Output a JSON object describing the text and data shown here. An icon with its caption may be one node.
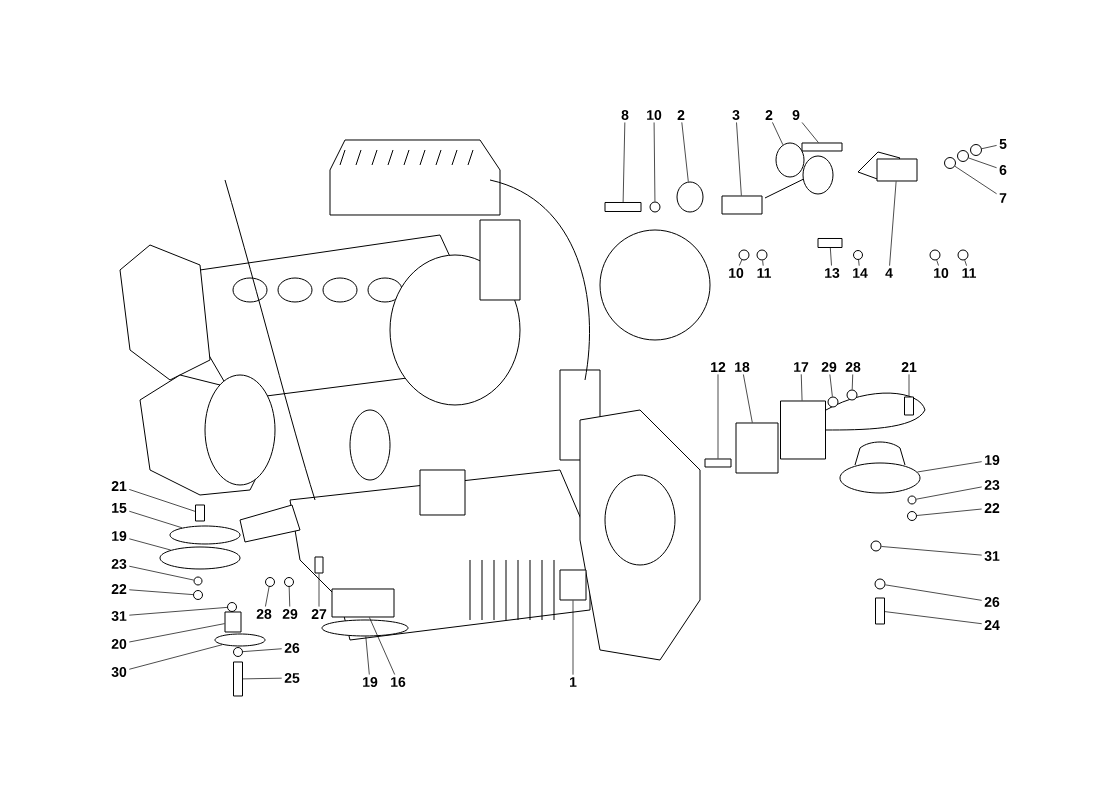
{
  "diagram": {
    "nodes": [
      {
        "text": [
          "8"
        ]
      },
      {
        "text": [
          "10"
        ]
      },
      {
        "text": [
          "2"
        ]
      },
      {
        "text": [
          "3"
        ]
      },
      {
        "text": [
          "2"
        ]
      },
      {
        "text": [
          "9"
        ]
      },
      {
        "text": [
          "5"
        ]
      },
      {
        "text": [
          "6"
        ]
      },
      {
        "text": [
          "7"
        ]
      },
      {
        "text": [
          "10"
        ]
      },
      {
        "text": [
          "11"
        ]
      },
      {
        "text": [
          "13"
        ]
      },
      {
        "text": [
          "14"
        ]
      },
      {
        "text": [
          "4"
        ]
      },
      {
        "text": [
          "10"
        ]
      },
      {
        "text": [
          "11"
        ]
      },
      {
        "text": [
          "12"
        ]
      },
      {
        "text": [
          "18"
        ]
      },
      {
        "text": [
          "17"
        ]
      },
      {
        "text": [
          "29"
        ]
      },
      {
        "text": [
          "28"
        ]
      },
      {
        "text": [
          "21"
        ]
      },
      {
        "text": [
          "19"
        ]
      },
      {
        "text": [
          "23"
        ]
      },
      {
        "text": [
          "22"
        ]
      },
      {
        "text": [
          "31"
        ]
      },
      {
        "text": [
          "26"
        ]
      },
      {
        "text": [
          "24"
        ]
      },
      {
        "text": [
          "21"
        ]
      },
      {
        "text": [
          "15"
        ]
      },
      {
        "text": [
          "19"
        ]
      },
      {
        "text": [
          "23"
        ]
      },
      {
        "text": [
          "22"
        ]
      },
      {
        "text": [
          "31"
        ]
      },
      {
        "text": [
          "20"
        ]
      },
      {
        "text": [
          "30"
        ]
      },
      {
        "text": [
          "26"
        ]
      },
      {
        "text": [
          "25"
        ]
      },
      {
        "text": [
          "28"
        ]
      },
      {
        "text": [
          "29"
        ]
      },
      {
        "text": [
          "27"
        ]
      },
      {
        "text": [
          "19"
        ]
      },
      {
        "text": [
          "16"
        ]
      },
      {
        "text": [
          "1"
        ]
      },
      {
        "text": [],
        "shape": "box"
      },
      {
        "text": [],
        "shape": "circle"
      },
      {
        "text": [],
        "shape": "ellipse"
      },
      {
        "text": [],
        "shape": "box"
      },
      {
        "text": [],
        "shape": "ellipse"
      },
      {
        "text": [],
        "shape": "box"
      },
      {
        "text": [],
        "shape": "circle"
      },
      {
        "text": [],
        "shape": "circle"
      },
      {
        "text": [],
        "shape": "circle"
      },
      {
        "text": [],
        "shape": "circle"
      },
      {
        "text": [],
        "shape": "circle"
      },
      {
        "text": [],
        "shape": "box"
      },
      {
        "text": [],
        "shape": "circle"
      },
      {
        "text": [],
        "shape": "box"
      },
      {
        "text": [],
        "shape": "circle"
      },
      {
        "text": [],
        "shape": "circle"
      },
      {
        "text": [],
        "shape": "box"
      },
      {
        "text": [],
        "shape": "box"
      },
      {
        "text": [],
        "shape": "box"
      },
      {
        "text": [],
        "shape": "circle"
      },
      {
        "text": [],
        "shape": "circle"
      },
      {
        "text": [],
        "shape": "box"
      },
      {
        "text": [],
        "shape": "ellipse"
      },
      {
        "text": [],
        "shape": "circle"
      },
      {
        "text": [],
        "shape": "circle"
      },
      {
        "text": [],
        "shape": "circle"
      },
      {
        "text": [],
        "shape": "circle"
      },
      {
        "text": [],
        "shape": "box"
      },
      {
        "text": [],
        "shape": "box"
      },
      {
        "text": [],
        "shape": "ellipse"
      },
      {
        "text": [],
        "shape": "ellipse"
      },
      {
        "text": [],
        "shape": "circle"
      },
      {
        "text": [],
        "shape": "circle"
      },
      {
        "text": [],
        "shape": "circle"
      },
      {
        "text": [],
        "shape": "box"
      },
      {
        "text": [],
        "shape": "ellipse"
      },
      {
        "text": [],
        "shape": "circle"
      },
      {
        "text": [],
        "shape": "box"
      },
      {
        "text": [],
        "shape": "circle"
      },
      {
        "text": [],
        "shape": "circle"
      },
      {
        "text": [],
        "shape": "box"
      },
      {
        "text": [],
        "shape": "ellipse"
      },
      {
        "text": [],
        "shape": "box"
      },
      {
        "text": [],
        "shape": "box"
      }
    ],
    "edges": [
      {
        "from": 0,
        "to": 44,
        "arrow": "none"
      },
      {
        "from": 1,
        "to": 45,
        "arrow": "none"
      },
      {
        "from": 2,
        "to": 46,
        "arrow": "none"
      },
      {
        "from": 3,
        "to": 47,
        "arrow": "none"
      },
      {
        "from": 4,
        "to": 48,
        "arrow": "none"
      },
      {
        "from": 5,
        "to": 49,
        "arrow": "none"
      },
      {
        "from": 6,
        "to": 50,
        "arrow": "none"
      },
      {
        "from": 7,
        "to": 51,
        "arrow": "none"
      },
      {
        "from": 8,
        "to": 52,
        "arrow": "none"
      },
      {
        "from": 9,
        "to": 53,
        "arrow": "none"
      },
      {
        "from": 10,
        "to": 54,
        "arrow": "none"
      },
      {
        "from": 11,
        "to": 55,
        "arrow": "none"
      },
      {
        "from": 12,
        "to": 56,
        "arrow": "none"
      },
      {
        "from": 13,
        "to": 57,
        "arrow": "none"
      },
      {
        "from": 14,
        "to": 58,
        "arrow": "none"
      },
      {
        "from": 15,
        "to": 59,
        "arrow": "none"
      },
      {
        "from": 16,
        "to": 60,
        "arrow": "none"
      },
      {
        "from": 17,
        "to": 61,
        "arrow": "none"
      },
      {
        "from": 18,
        "to": 62,
        "arrow": "none"
      },
      {
        "from": 19,
        "to": 63,
        "arrow": "none"
      },
      {
        "from": 20,
        "to": 64,
        "arrow": "none"
      },
      {
        "from": 21,
        "to": 65,
        "arrow": "none"
      },
      {
        "from": 22,
        "to": 66,
        "arrow": "none"
      },
      {
        "from": 23,
        "to": 67,
        "arrow": "none"
      },
      {
        "from": 24,
        "to": 68,
        "arrow": "none"
      },
      {
        "from": 25,
        "to": 69,
        "arrow": "none"
      },
      {
        "from": 26,
        "to": 70,
        "arrow": "none"
      },
      {
        "from": 27,
        "to": 71,
        "arrow": "none"
      },
      {
        "from": 28,
        "to": 72,
        "arrow": "none"
      },
      {
        "from": 29,
        "to": 73,
        "arrow": "none"
      },
      {
        "from": 30,
        "to": 74,
        "arrow": "none"
      },
      {
        "from": 31,
        "to": 75,
        "arrow": "none"
      },
      {
        "from": 32,
        "to": 76,
        "arrow": "none"
      },
      {
        "from": 33,
        "to": 77,
        "arrow": "none"
      },
      {
        "from": 34,
        "to": 78,
        "arrow": "none"
      },
      {
        "from": 35,
        "to": 79,
        "arrow": "none"
      },
      {
        "from": 36,
        "to": 80,
        "arrow": "none"
      },
      {
        "from": 37,
        "to": 81,
        "arrow": "none"
      },
      {
        "from": 38,
        "to": 82,
        "arrow": "none"
      },
      {
        "from": 39,
        "to": 83,
        "arrow": "none"
      },
      {
        "from": 40,
        "to": 84,
        "arrow": "none"
      },
      {
        "from": 41,
        "to": 85,
        "arrow": "none"
      },
      {
        "from": 42,
        "to": 86,
        "arrow": "none"
      },
      {
        "from": 43,
        "to": 87,
        "arrow": "none"
      }
    ]
  }
}
